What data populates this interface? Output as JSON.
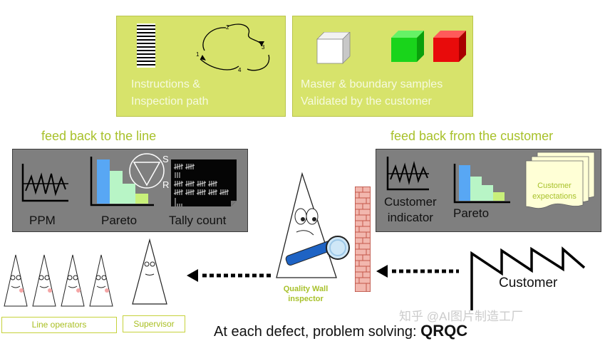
{
  "instructions_panel": {
    "line1": "Instructions &",
    "line2": "Inspection path",
    "path_numbers": [
      "1",
      "2",
      "3",
      "4"
    ]
  },
  "samples_panel": {
    "line1": "Master & boundary samples",
    "line2": "Validated by the customer"
  },
  "feedback_line": {
    "title": "feed back to the line",
    "ppm_label": "PPM",
    "pareto_label": "Pareto",
    "tally_label": "Tally count",
    "sr_s": "S",
    "sr_r": "R"
  },
  "feedback_customer": {
    "title": "feed back from the customer",
    "indicator_line1": "Customer",
    "indicator_line2": "indicator",
    "pareto_label": "Pareto",
    "expect_line1": "Customer",
    "expect_line2": "expectations"
  },
  "inspector": {
    "line1": "Quality Wall",
    "line2": "inspector"
  },
  "customer_label": "Customer",
  "line_operators_label": "Line operators",
  "supervisor_label": "Supervisor",
  "bottom_text": {
    "prefix": "At each defect, problem solving: ",
    "strong": "QRQC"
  },
  "watermark": "知乎 @AI图片制造工厂",
  "colors": {
    "panel_green": "#d7e36b",
    "panel_grey": "#7f7f7f",
    "title_green": "#a8c12b",
    "cube_green": "#19d41b",
    "cube_red": "#e80b0b",
    "pareto_blue": "#58a7f4",
    "pareto_light": "#b8f5c6"
  }
}
